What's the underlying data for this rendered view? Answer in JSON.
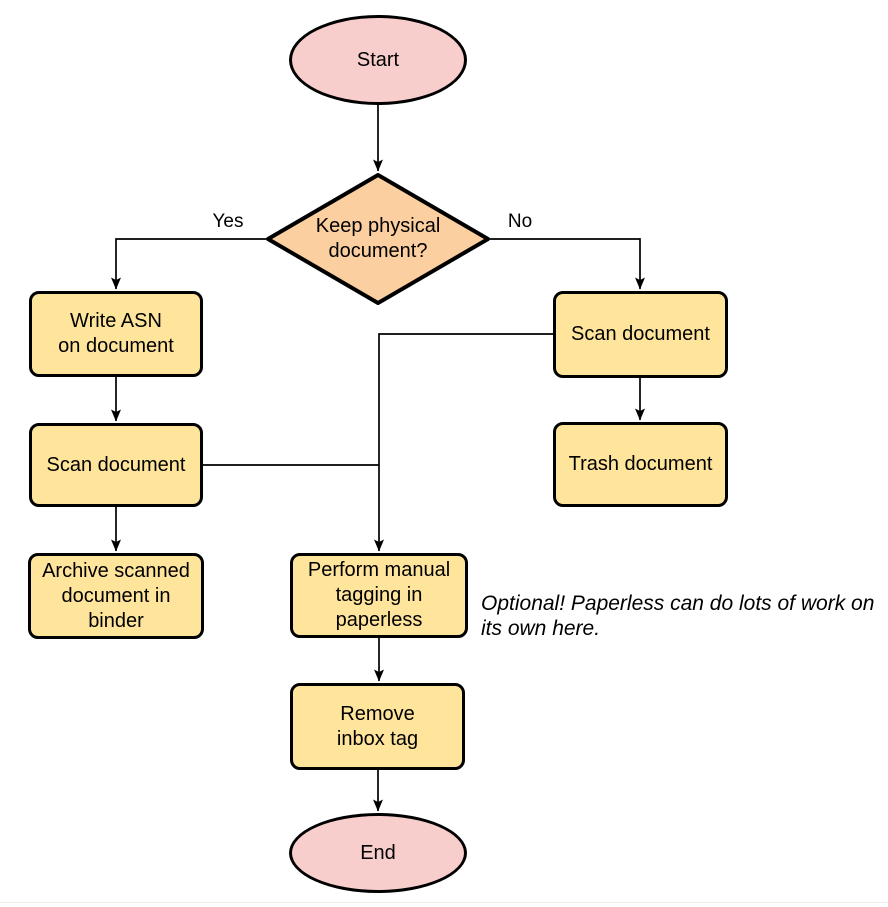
{
  "colors": {
    "background": "#ffffff",
    "terminal_fill": "#f8cecc",
    "decision_fill": "#fccfa0",
    "process_fill": "#ffe49c",
    "stroke": "#000000",
    "text": "#000000",
    "bottom_rule": "#f0ece6"
  },
  "nodes": {
    "start": {
      "type": "terminal",
      "label": "Start"
    },
    "decision": {
      "type": "decision",
      "label": "Keep physical\ndocument?"
    },
    "write_asn": {
      "type": "process",
      "label": "Write ASN\non document"
    },
    "scan_left": {
      "type": "process",
      "label": "Scan document"
    },
    "archive": {
      "type": "process",
      "label": "Archive scanned\ndocument in\nbinder"
    },
    "scan_right": {
      "type": "process",
      "label": "Scan document"
    },
    "trash": {
      "type": "process",
      "label": "Trash document"
    },
    "tagging": {
      "type": "process",
      "label": "Perform manual\ntagging in\npaperless"
    },
    "remove_inbox": {
      "type": "process",
      "label": "Remove\ninbox tag"
    },
    "end": {
      "type": "terminal",
      "label": "End"
    }
  },
  "edge_labels": {
    "yes": "Yes",
    "no": "No"
  },
  "annotation": {
    "text": "Optional! Paperless can do lots of work on\nits own here."
  }
}
